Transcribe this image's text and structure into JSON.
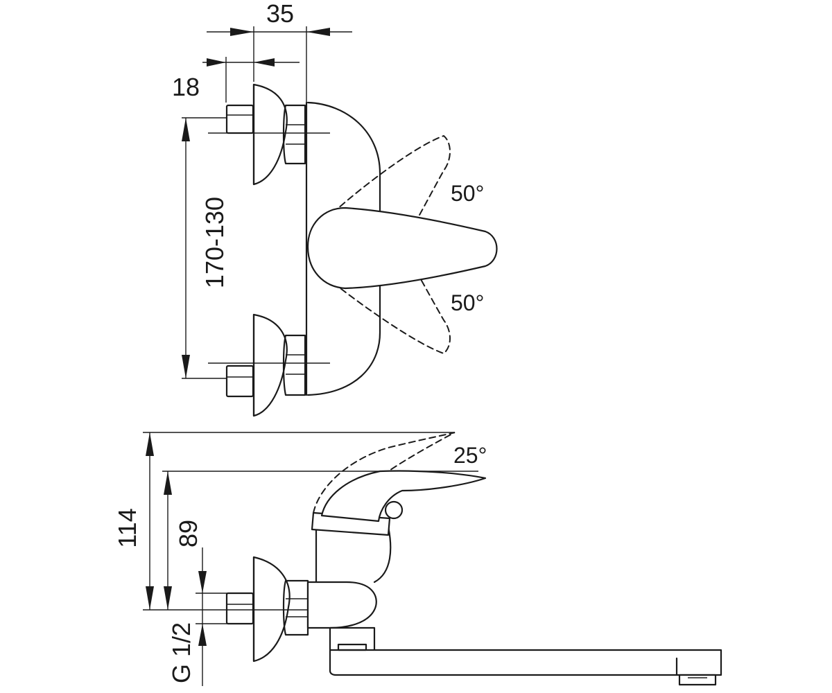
{
  "top_view": {
    "dim_35": "35",
    "dim_18": "18",
    "dim_170_130": "170-130",
    "angle_upper": "50°",
    "angle_lower": "50°"
  },
  "side_view": {
    "angle_tilt": "25°",
    "dim_114": "114",
    "dim_89": "89",
    "thread": "G 1/2"
  }
}
